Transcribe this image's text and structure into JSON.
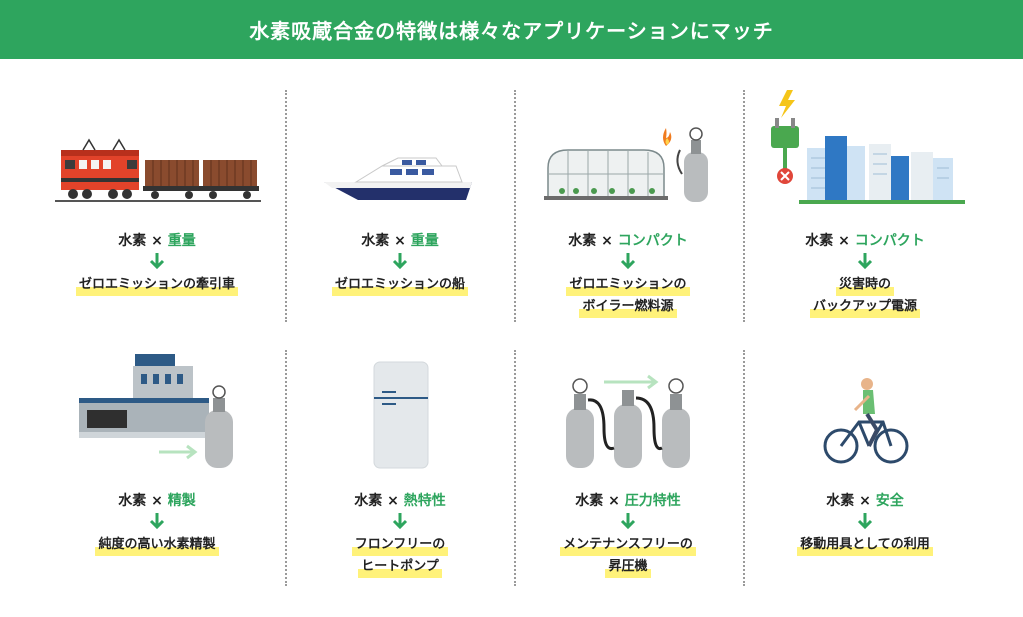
{
  "title": "水素吸蔵合金の特徴は様々なアプリケーションにマッチ",
  "colors": {
    "brand_green": "#2ea55e",
    "highlight": "#fff27a"
  },
  "cells": [
    {
      "base": "水素",
      "times": "×",
      "feature": "重量",
      "result": [
        "ゼロエミッションの牽引車"
      ],
      "icon": "locomotive-freight-icon"
    },
    {
      "base": "水素",
      "times": "×",
      "feature": "重量",
      "result": [
        "ゼロエミッションの船"
      ],
      "icon": "ship-icon"
    },
    {
      "base": "水素",
      "times": "×",
      "feature": "コンパクト",
      "result": [
        "ゼロエミッションの",
        "ボイラー燃料源"
      ],
      "icon": "greenhouse-tank-icon"
    },
    {
      "base": "水素",
      "times": "×",
      "feature": "コンパクト",
      "result": [
        "災害時の",
        "バックアップ電源"
      ],
      "icon": "power-city-icon"
    },
    {
      "base": "水素",
      "times": "×",
      "feature": "精製",
      "result": [
        "純度の高い水素精製"
      ],
      "icon": "factory-tank-icon"
    },
    {
      "base": "水素",
      "times": "×",
      "feature": "熱特性",
      "result": [
        "フロンフリーの",
        "ヒートポンプ"
      ],
      "icon": "refrigerator-icon"
    },
    {
      "base": "水素",
      "times": "×",
      "feature": "圧力特性",
      "result": [
        "メンテナンスフリーの",
        "昇圧機"
      ],
      "icon": "compressor-tanks-icon"
    },
    {
      "base": "水素",
      "times": "×",
      "feature": "安全",
      "result": [
        "移動用具としての利用"
      ],
      "icon": "bicycle-icon"
    }
  ]
}
